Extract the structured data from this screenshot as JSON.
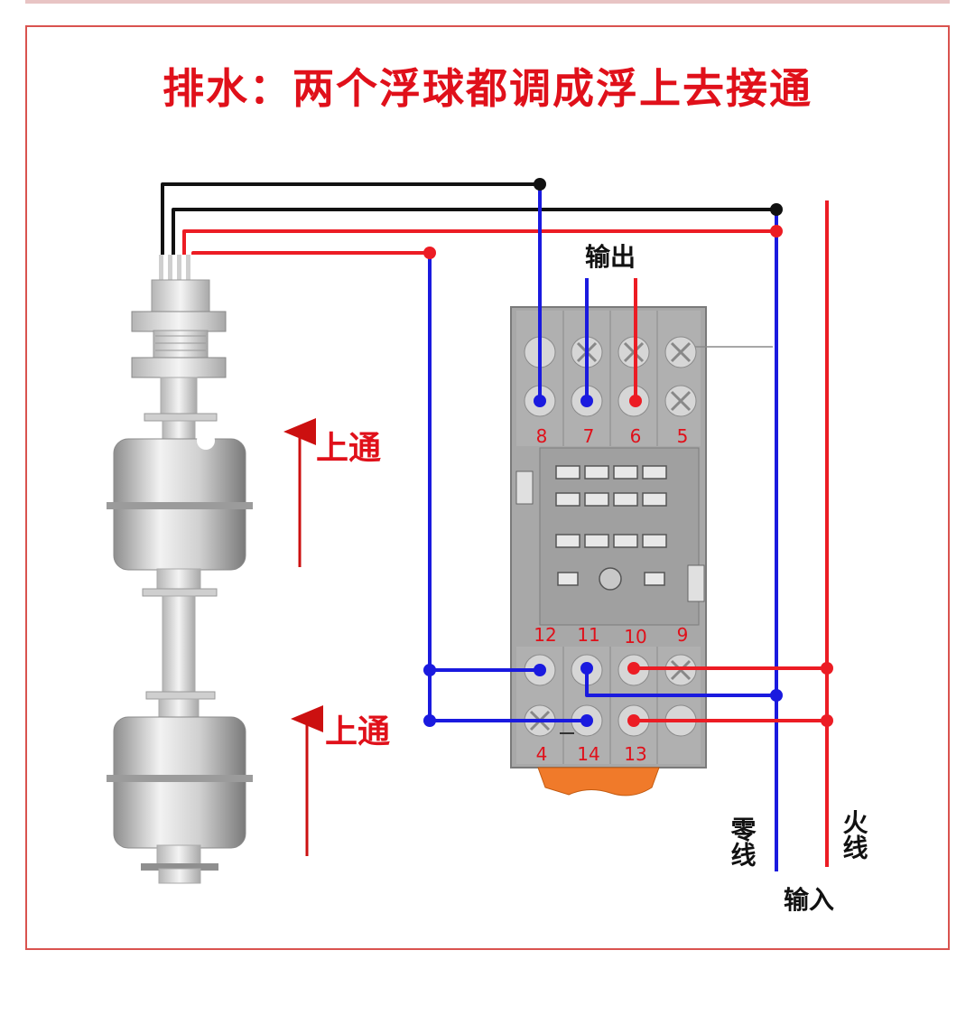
{
  "title": "排水：两个浮球都调成浮上去接通",
  "labels": {
    "output": "输出",
    "input": "输入",
    "neutral": "零线",
    "live": "火线",
    "upper_on": "上通",
    "lower_on": "上通"
  },
  "terminals": {
    "top_row": [
      "8",
      "7",
      "6",
      "5"
    ],
    "mid_row": [
      "12",
      "11",
      "10",
      "9"
    ],
    "bottom_row": [
      "4",
      "14",
      "13"
    ]
  },
  "colors": {
    "accent": "#e0101a",
    "wire_blue": "#1a1adf",
    "wire_red": "#ec1c24",
    "wire_black": "#111111",
    "socket_gray": "#9a9a9a",
    "clip_orange": "#f07a2a"
  }
}
